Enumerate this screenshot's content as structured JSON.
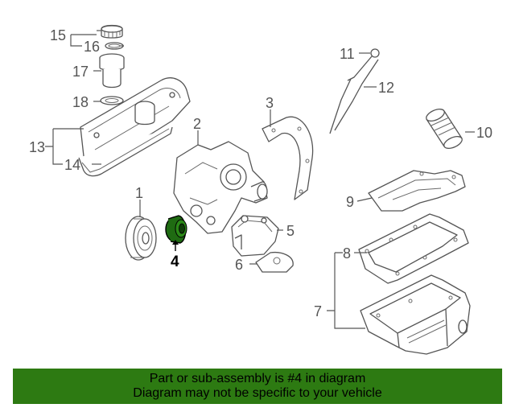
{
  "callouts": {
    "c1": "1",
    "c2": "2",
    "c3": "3",
    "c4": "4",
    "c5": "5",
    "c6": "6",
    "c7": "7",
    "c8": "8",
    "c9": "9",
    "c10": "10",
    "c11": "11",
    "c12": "12",
    "c13": "13",
    "c14": "14",
    "c15": "15",
    "c16": "16",
    "c17": "17",
    "c18": "18"
  },
  "highlight": {
    "part_number": "4",
    "color": "#1f6b12"
  },
  "banner": {
    "line1": "Part or sub-assembly is #4 in diagram",
    "line2": "Diagram may not be specific to your vehicle",
    "background": "#2d7a12"
  }
}
